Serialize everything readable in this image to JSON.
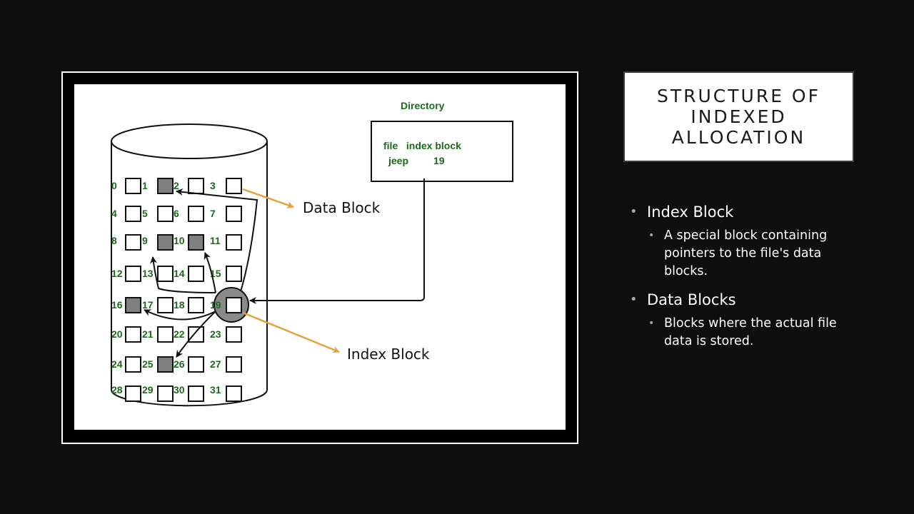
{
  "slide": {
    "title": "STRUCTURE OF INDEXED ALLOCATION",
    "bullets": [
      {
        "heading": "Index Block",
        "detail": "A special block containing pointers to the file's data blocks."
      },
      {
        "heading": "Data Blocks",
        "detail": "Blocks where the actual file data is stored."
      }
    ]
  },
  "diagram": {
    "directory": {
      "title": "Directory",
      "headers": "file   index block",
      "row": {
        "file": "jeep",
        "index": "19"
      }
    },
    "callouts": {
      "data_block": "Data Block",
      "index_block": "Index Block"
    },
    "blocks": [
      "0",
      "1",
      "2",
      "3",
      "4",
      "5",
      "6",
      "7",
      "8",
      "9",
      "10",
      "11",
      "12",
      "13",
      "14",
      "15",
      "16",
      "17",
      "18",
      "19",
      "20",
      "21",
      "22",
      "23",
      "24",
      "25",
      "26",
      "27",
      "28",
      "29",
      "30",
      "31"
    ],
    "filled_blocks": [
      "1",
      "9",
      "10",
      "16",
      "25"
    ],
    "index_block_number": "19",
    "colors": {
      "label_green": "#1a6a1a",
      "callout_orange": "#e8a13a",
      "filled_block": "#808080"
    }
  }
}
